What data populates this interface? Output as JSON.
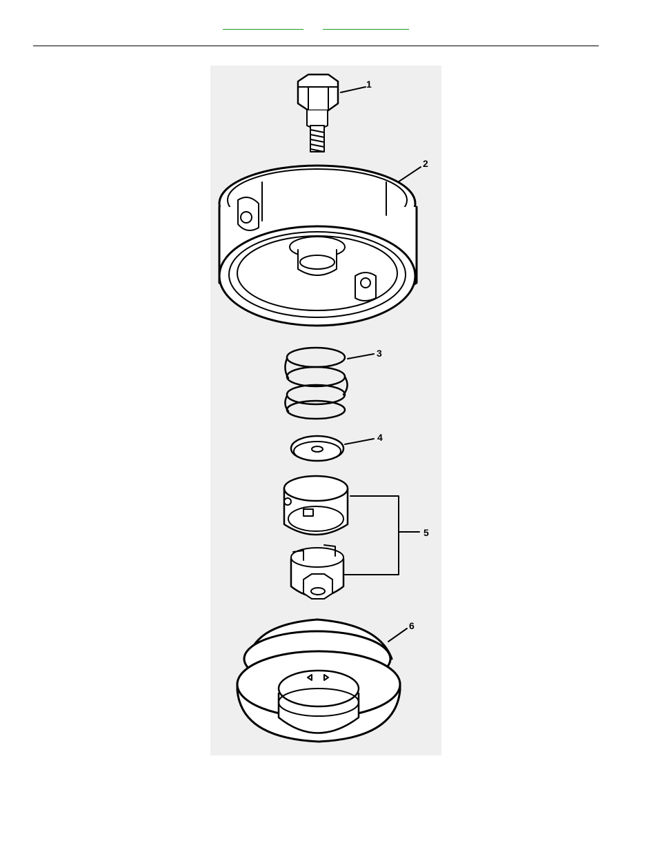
{
  "nav": {
    "prev_label": "",
    "next_label": ""
  },
  "callouts": [
    "1",
    "2",
    "3",
    "4",
    "5",
    "6"
  ],
  "colors": {
    "link": "#1a9a1a",
    "figure_bg": "#efefef",
    "ink": "#000000"
  }
}
